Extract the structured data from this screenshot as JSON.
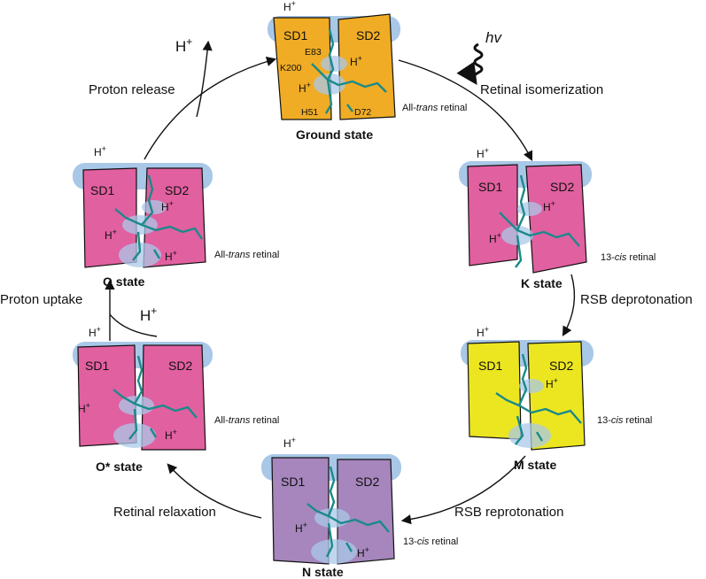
{
  "colors": {
    "ground": "#f0ac25",
    "k": "#e160a0",
    "m": "#ece621",
    "n": "#a686bd",
    "o_star": "#e160a0",
    "o": "#e160a0",
    "membrane": "#a9c8e8",
    "chain": "#1a8a8a"
  },
  "states": {
    "ground": {
      "name": "Ground state",
      "sd1": "SD1",
      "sd2": "SD2",
      "top_h": "H",
      "h_mid": "H",
      "h_right": "H",
      "retinal": "All-",
      "retinal_italic": "trans",
      "retinal_tail": " retinal",
      "residues": {
        "e83": "E83",
        "k200": "K200",
        "h51": "H51",
        "d72": "D72"
      }
    },
    "k": {
      "name": "K state",
      "sd1": "SD1",
      "sd2": "SD2",
      "top_h": "H",
      "h_mid": "H",
      "h_right": "H",
      "retinal": "13-",
      "retinal_italic": "cis",
      "retinal_tail": " retinal"
    },
    "m": {
      "name": "M state",
      "sd1": "SD1",
      "sd2": "SD2",
      "top_h": "H",
      "h_right": "H",
      "retinal": "13-",
      "retinal_italic": "cis",
      "retinal_tail": " retinal"
    },
    "n": {
      "name": "N state",
      "sd1": "SD1",
      "sd2": "SD2",
      "top_h": "H",
      "h_mid": "H",
      "h_right": "H",
      "retinal": "13-",
      "retinal_italic": "cis",
      "retinal_tail": " retinal"
    },
    "o_star": {
      "name": "O* state",
      "sd1": "SD1",
      "sd2": "SD2",
      "top_h": "H",
      "h_mid": "H",
      "h_right": "H",
      "retinal": "All-",
      "retinal_italic": "trans",
      "retinal_tail": " retinal"
    },
    "o": {
      "name": "O state",
      "sd1": "SD1",
      "sd2": "SD2",
      "top_h": "H",
      "h_mid": "H",
      "h_right": "H",
      "h_low": "H",
      "retinal": "All-",
      "retinal_italic": "trans",
      "retinal_tail": " retinal"
    }
  },
  "transitions": {
    "isomerization": "Retinal isomerization",
    "deprotonation": "RSB deprotonation",
    "reprotonation": "RSB reprotonation",
    "relaxation": "Retinal relaxation",
    "uptake": "Proton uptake",
    "release": "Proton release"
  },
  "light": "hv",
  "plus": "+",
  "released_proton": "H",
  "uptake_proton": "H"
}
